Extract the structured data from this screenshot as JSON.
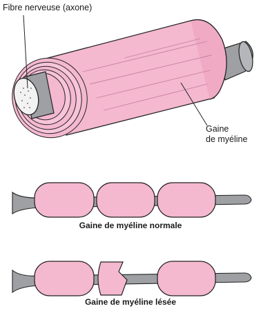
{
  "labels": {
    "axon": "Fibre nerveuse (axone)",
    "sheath": "Gaine\nde myéline",
    "normal_caption": "Gaine de myéline normale",
    "damaged_caption": "Gaine de myéline lésée"
  },
  "colors": {
    "myelin": "#f4b8cf",
    "myelin_dark": "#d98aaa",
    "axon": "#9ea0a3",
    "axon_dark": "#6e7073",
    "outline": "#222222"
  }
}
